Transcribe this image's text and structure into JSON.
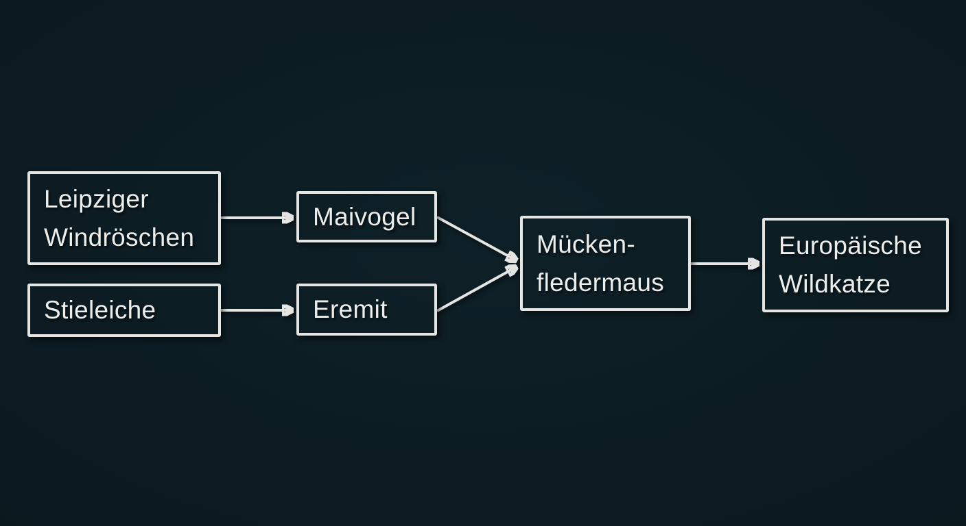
{
  "colors": {
    "background": "#0c1b21",
    "line": "#e5e6e4",
    "text": "#eceeec"
  },
  "diagram": {
    "type": "flowchart-food-chain",
    "nodes": [
      {
        "id": "leipziger-windroeschen",
        "label": "Leipziger Windröschen",
        "line1": "Leipziger",
        "line2": "Windröschen"
      },
      {
        "id": "stieleiche",
        "label": "Stieleiche",
        "line1": "Stieleiche"
      },
      {
        "id": "maivogel",
        "label": "Maivogel",
        "line1": "Maivogel"
      },
      {
        "id": "eremit",
        "label": "Eremit",
        "line1": "Eremit"
      },
      {
        "id": "mueckenfledermaus",
        "label": "Mückenfledermaus",
        "line1": "Mücken-",
        "line2": "fledermaus"
      },
      {
        "id": "europaeische-wildkatze",
        "label": "Europäische Wildkatze",
        "line1": "Europäische",
        "line2": "Wildkatze"
      }
    ],
    "edges": [
      {
        "from": "Leipziger Windröschen",
        "to": "Maivogel"
      },
      {
        "from": "Stieleiche",
        "to": "Eremit"
      },
      {
        "from": "Maivogel",
        "to": "Mückenfledermaus"
      },
      {
        "from": "Eremit",
        "to": "Mückenfledermaus"
      },
      {
        "from": "Mückenfledermaus",
        "to": "Europäische Wildkatze"
      }
    ]
  }
}
